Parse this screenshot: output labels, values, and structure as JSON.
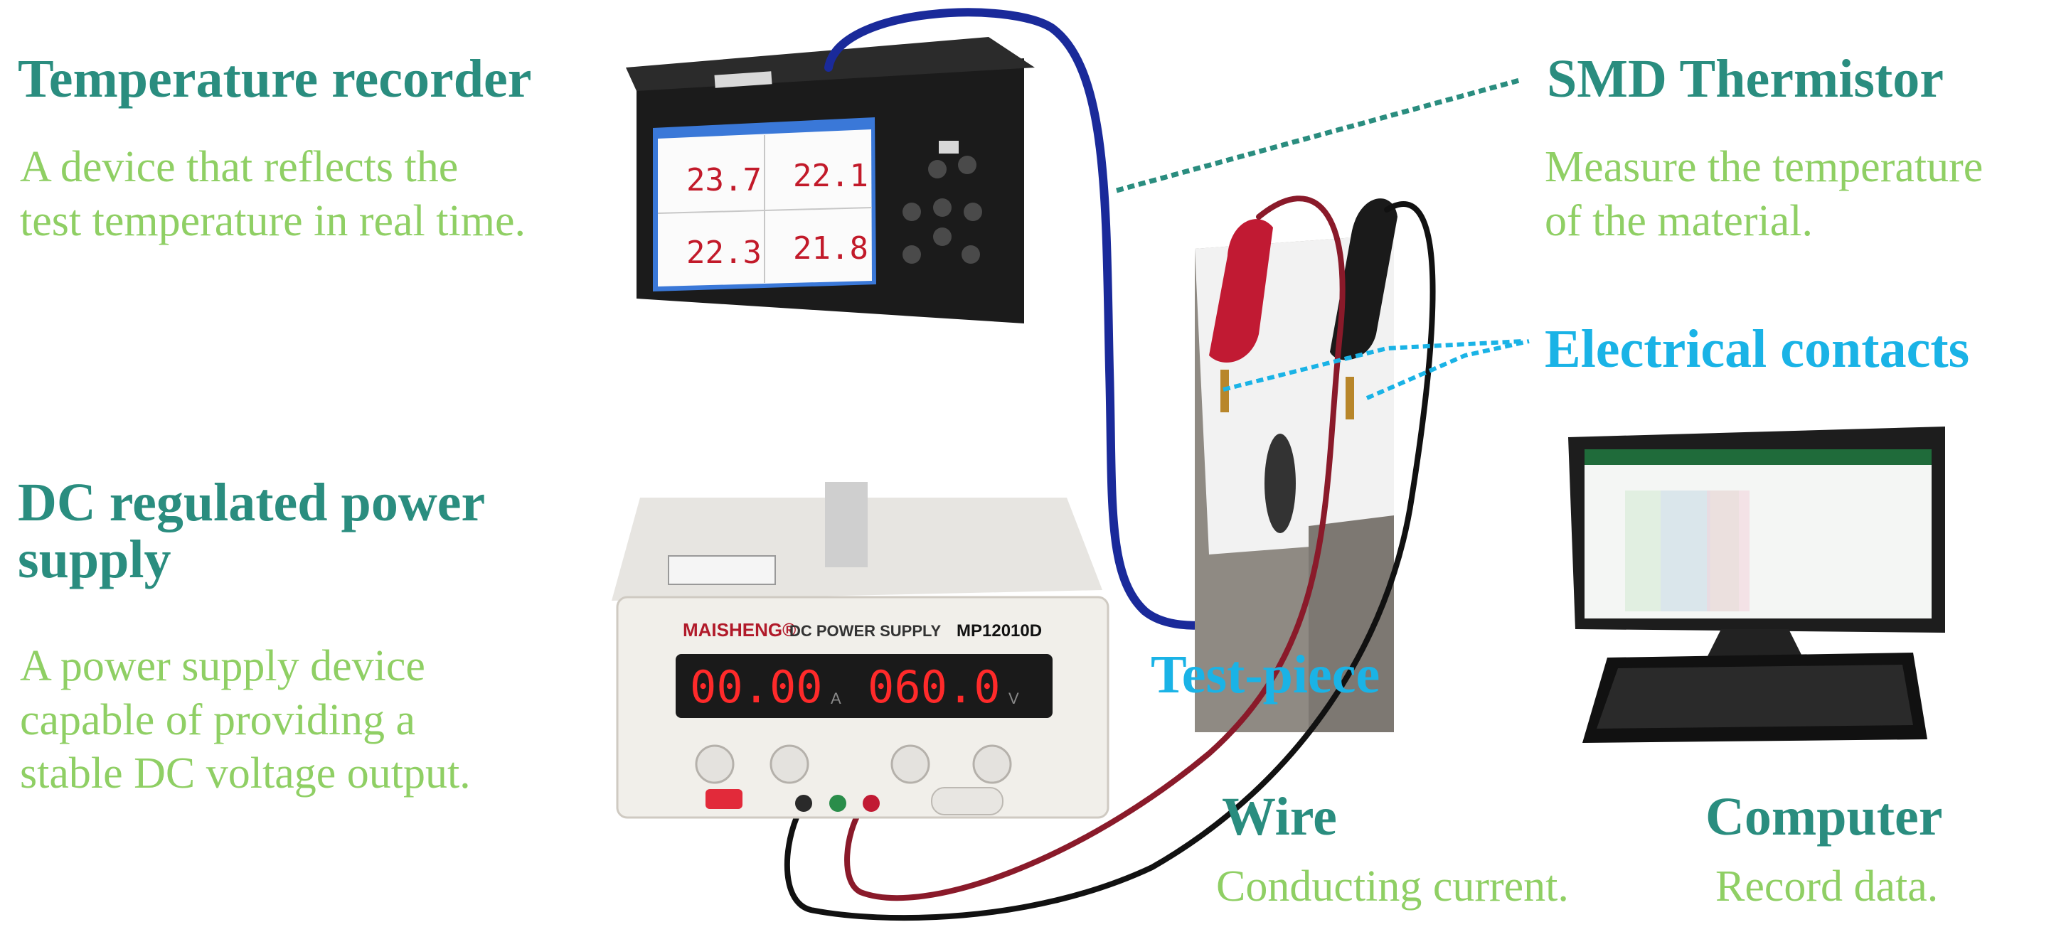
{
  "labels": {
    "temp_recorder": {
      "title": "Temperature recorder",
      "desc": [
        "A device that reflects the",
        "test temperature in real time."
      ]
    },
    "smd_thermistor": {
      "title": "SMD Thermistor",
      "desc": [
        "Measure the temperature",
        "of the material."
      ]
    },
    "electrical_contacts": {
      "title": "Electrical contacts"
    },
    "dc_power": {
      "title": [
        "DC regulated power",
        "supply"
      ],
      "desc": [
        "A power supply device",
        "capable of providing a",
        "stable DC voltage output."
      ]
    },
    "test_piece": {
      "title": "Test-piece"
    },
    "wire": {
      "title": "Wire",
      "desc": "Conducting current."
    },
    "computer": {
      "title": "Computer",
      "desc": "Record data."
    }
  },
  "recorder_screen": {
    "ch1": "23.7",
    "ch2": "22.1",
    "ch3": "22.3",
    "ch4": "21.8"
  },
  "power_supply": {
    "brand": "MAISHENG®",
    "subtitle": "DC POWER SUPPLY",
    "model": "MP12010D",
    "current_display": "00.00",
    "current_unit": "A",
    "voltage_display": "060.0",
    "voltage_unit": "V"
  },
  "colors": {
    "heading": "#2a8d7f",
    "description": "#8fcf64",
    "highlight": "#1ab3e6",
    "blue_cable": "#1a2a9a",
    "red_wire": "#8a1a2a",
    "black_wire": "#111111"
  }
}
